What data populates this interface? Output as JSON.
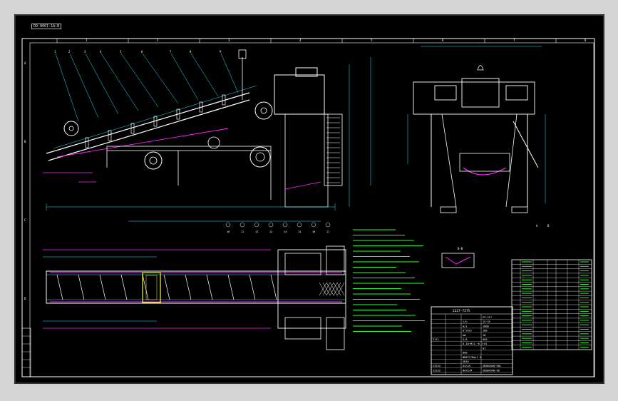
{
  "drawing": {
    "code": "DD-0001-1A:B",
    "border_top_marks": [
      "1",
      "2",
      "3",
      "4",
      "5",
      "6",
      "7",
      "8"
    ],
    "border_side_marks": [
      "A",
      "B",
      "C",
      "D"
    ],
    "balloons_side_view": [
      "1",
      "2",
      "3",
      "4",
      "5",
      "6",
      "7",
      "8",
      "9",
      "10",
      "11",
      "12",
      "13",
      "14",
      "15",
      "16",
      "17"
    ],
    "callout_a": "A",
    "callout_b": "B",
    "detail_label": "B-B"
  },
  "title_block": {
    "title": "2227-7275",
    "rows": [
      [
        "",
        "",
        "",
        "PS-217"
      ],
      [
        "",
        "",
        "t/h",
        "15~35"
      ],
      [
        "",
        "",
        "m/s",
        "1000"
      ],
      [
        "",
        "",
        "m³/min",
        "180"
      ],
      [
        "",
        "",
        "kW",
        "18"
      ],
      [
        "2111",
        "",
        "5/A",
        "800"
      ],
      [
        "",
        "",
        "0.18~M11.~0.1~01",
        ""
      ],
      [
        "",
        "",
        "",
        "01"
      ],
      [
        "",
        "",
        "800",
        ""
      ],
      [
        "",
        "",
        "NNZI7/Max1 R",
        ""
      ],
      [
        "",
        "",
        "GB10",
        ""
      ],
      [
        "23234",
        "",
        "A4/2A",
        "2N3B4546~981"
      ],
      [
        "23233",
        "",
        "NAYS/M",
        "2N3B4548~98"
      ]
    ]
  },
  "parts_list": {
    "rows": 20
  },
  "notes_count": 20
}
